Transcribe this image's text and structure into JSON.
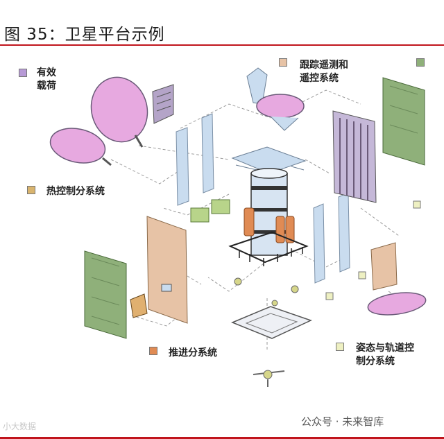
{
  "title": "图 35：卫星平台示例",
  "labels": {
    "payload": "有效\n载荷",
    "thermal": "热控制分系统",
    "propulsion": "推进分系统",
    "ttc": "跟踪遥测和\n遥控系统",
    "attitude": "姿态与轨道控\n制分系统"
  },
  "watermark": {
    "left": "小大数据",
    "right": "公众号 · 未来智库"
  },
  "colors": {
    "title_rule": "#c0141c",
    "payload": "#b79ad6",
    "thermal": "#d9b46e",
    "ttc": "#e7c3a6",
    "propulsion": "#e08b54",
    "attitude": "#eef0c2",
    "green_panel": "#8fb07a",
    "solar_lines": "#6b8a5a",
    "blue_panel": "#c9dcef",
    "dish": "#e7a9e0"
  }
}
